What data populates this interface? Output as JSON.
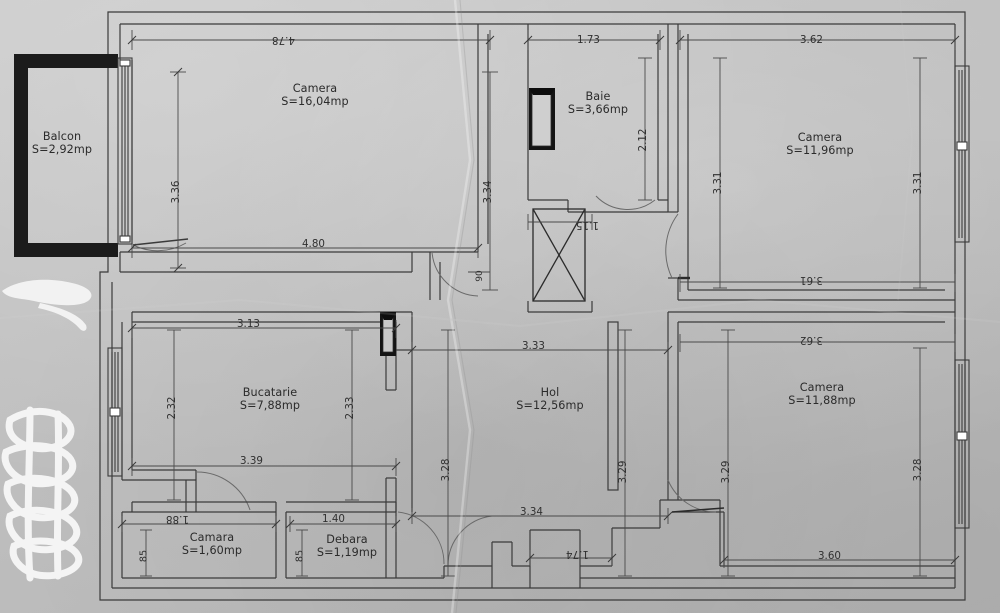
{
  "document": {
    "kind": "architectural-floor-plan-scan",
    "language": "ro",
    "units": "m",
    "area_unit": "mp"
  },
  "rooms": [
    {
      "id": "balcon",
      "name": "Balcon",
      "area": "S=2,92mp"
    },
    {
      "id": "camera-16",
      "name": "Camera",
      "area": "S=16,04mp"
    },
    {
      "id": "baie",
      "name": "Baie",
      "area": "S=3,66mp"
    },
    {
      "id": "camera-1196",
      "name": "Camera",
      "area": "S=11,96mp"
    },
    {
      "id": "bucatarie",
      "name": "Bucatarie",
      "area": "S=7,88mp"
    },
    {
      "id": "hol",
      "name": "Hol",
      "area": "S=12,56mp"
    },
    {
      "id": "camera-1188",
      "name": "Camera",
      "area": "S=11,88mp"
    },
    {
      "id": "camara",
      "name": "Camara",
      "area": "S=1,60mp"
    },
    {
      "id": "debara",
      "name": "Debara",
      "area": "S=1,19mp"
    }
  ],
  "dimensions": {
    "top_camera_width": "4.78",
    "baie_width": "1.73",
    "camera1196_top_width": "3.62",
    "camera_left_height": "3.36",
    "camera16_right_height": "3.34",
    "baie_height": "2.12",
    "camera1196_left_height": "3.31",
    "camera1196_right_height": "3.31",
    "camera16_bottom_width": "4.80",
    "hall_niche_width": "1.15",
    "door_width_90": "90",
    "camera1196_bottom_width": "3.61",
    "bucatarie_top_width": "3.13",
    "bucatarie_left_height": "2.32",
    "bucatarie_right_height": "2.33",
    "hol_top_width": "3.33",
    "camera1188_top_width": "3.62",
    "hol_left_height": "3.28",
    "hol_mid_height": "3.29",
    "hol_right_height": "3.29",
    "camera1188_right_height": "3.28",
    "bucatarie_bottom_width": "3.39",
    "camara_width": "1.88",
    "camara_depth": "85",
    "debara_width": "1.40",
    "debara_depth": "85",
    "hol_bottom_width": "3.34",
    "entry_notch_width": "1.74",
    "camera1188_bottom_width": "3.60"
  },
  "colors": {
    "paper": "#c0c0c0",
    "ink": "#2b2b2b",
    "thin_line": "#4a4a4a",
    "balcony_fill": "#1a1a1a"
  }
}
